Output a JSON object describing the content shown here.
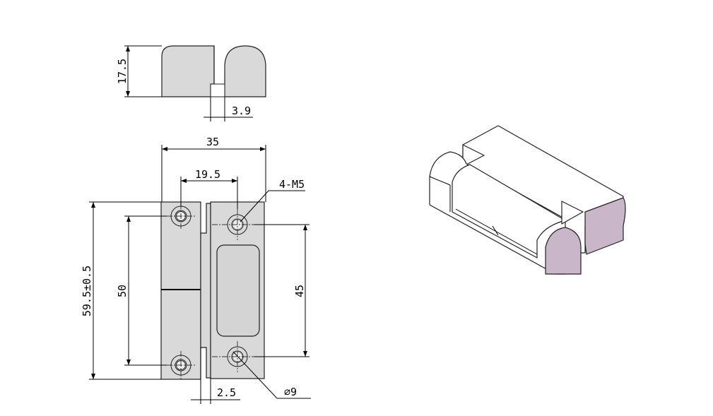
{
  "drawing": {
    "subject": "hinge",
    "colors": {
      "part_fill": "#d9d9d9",
      "iso_face": "#ffffff",
      "iso_section": "#c9b6c9"
    },
    "top_view": {
      "height_dim": "17.5",
      "slot_dim": "3.9"
    },
    "front_view": {
      "width_dim": "35",
      "hole_offset_dim": "19.5",
      "thread_callout": "4-M5",
      "overall_height_dim": "59.5±0.5",
      "left_hole_pitch_dim": "50",
      "right_hole_pitch_dim": "45",
      "gap_dim": "2.5",
      "counterbore_dim": "∅9"
    }
  }
}
